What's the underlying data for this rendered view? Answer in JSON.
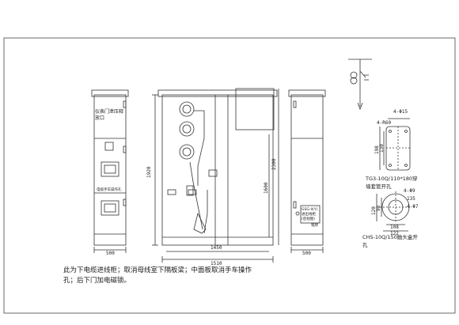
{
  "front_view": {
    "label_line1": "仪表门泄压释",
    "label_line2": "放口",
    "middle_label": "电缆手车操作孔",
    "width_dim": "500"
  },
  "side_view": {
    "height_dim_overall": "1920",
    "height_dim_right": "2300",
    "height_dim_inner": "1600",
    "width_dim_inner": "1450",
    "width_dim_outer": "1510"
  },
  "back_view": {
    "nameplate_line1": "GSG-II(Y)",
    "nameplate_line2": "进出线柜",
    "nameplate_line3": "(后视图)",
    "nameplate_small": "铭牌",
    "width_dim": "500"
  },
  "bushing_detail": {
    "dim_top": "4-Φ15",
    "dim_r60": "4-R60",
    "dim_198": "198",
    "dim_130": "130",
    "caption_line1": "TG3-10Q/110*180穿",
    "caption_line2": "墙套管开孔"
  },
  "contact_detail": {
    "dim_phi9": "4-Φ9",
    "dim_135": "135",
    "dim_phi7": "4-Φ7",
    "dim_120": "120",
    "dim_98": "98",
    "dim_108": "108",
    "dim_122": "122",
    "caption_line1": "CHS-10Q/150触头盒开",
    "caption_line2": "孔"
  },
  "notes": {
    "line1": "此为下电缆进线柜；取消母线室下隔板梁；中面板取消手车操作",
    "line2": "孔；后下门加电磁锁。"
  }
}
